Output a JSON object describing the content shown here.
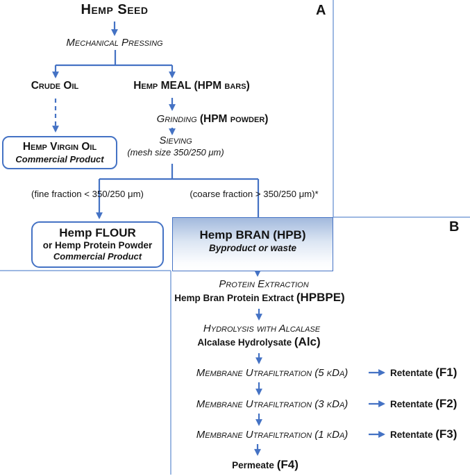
{
  "colors": {
    "accent": "#4472C4",
    "boundary": "#7da0d8",
    "ink": "#141414",
    "bran-top": "#a2b9dd",
    "paper": "#ffffff"
  },
  "figure": {
    "panel_a_label": "A",
    "panel_b_label": "B"
  },
  "process_a": {
    "hemp_seed": "Hemp Seed",
    "mechanical_pressing": "Mechanical Pressing",
    "crude_oil": "Crude Oil",
    "hemp_meal": "Hemp MEAL (HPM bars)",
    "grinding": "Grinding ",
    "grinding_output": "(HPM powder)",
    "sieving": "Sieving",
    "sieving_note": "(mesh size 350/250 μm)",
    "fine_fraction_label": "(fine fraction < 350/250 μm)",
    "coarse_fraction_label": "(coarse fraction > 350/250 μm)*",
    "hemp_virgin_oil": {
      "title": "Hemp Virgin Oil",
      "subtitle": "Commercial Product"
    },
    "hemp_flour": {
      "title": "Hemp FLOUR",
      "line2": "or Hemp Protein Powder",
      "subtitle": "Commercial Product"
    }
  },
  "process_b": {
    "hemp_bran": {
      "title": "Hemp BRAN (HPB)",
      "subtitle": "Byproduct or waste"
    },
    "protein_extraction": "Protein Extraction",
    "extract_name": "Hemp Bran Protein Extract ",
    "extract_abbr": "(HPBPE)",
    "hydrolysis": "Hydrolysis with Alcalase",
    "hydrolysate_name": "Alcalase Hydrolysate ",
    "hydrolysate_abbr": "(Alc)",
    "ultrafiltration_steps": [
      {
        "label": "Membrane Utrafiltration (5 kDa)",
        "output_name": "Retentate ",
        "output_abbr": "(F1)"
      },
      {
        "label": "Membrane Utrafiltration (3 kDa)",
        "output_name": "Retentate ",
        "output_abbr": "(F2)"
      },
      {
        "label": "Membrane Utrafiltration (1 kDa)",
        "output_name": "Retentate ",
        "output_abbr": "(F3)"
      }
    ],
    "permeate_name": "Permeate ",
    "permeate_abbr": "(F4)"
  }
}
